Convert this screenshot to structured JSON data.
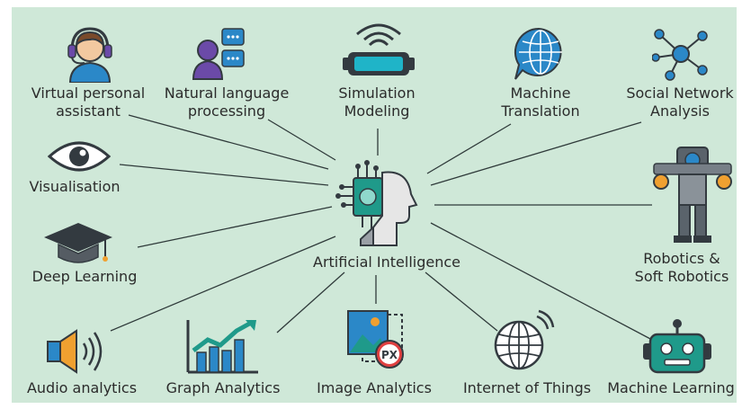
{
  "center": {
    "label": "Artificial Intelligence"
  },
  "nodes": [
    {
      "id": "virtual-personal-assistant",
      "line1": "Virtual personal",
      "line2": "assistant",
      "icon": "headset-person-icon"
    },
    {
      "id": "natural-language-processing",
      "line1": "Natural language",
      "line2": "processing",
      "icon": "person-chat-icon"
    },
    {
      "id": "simulation-modeling",
      "line1": "Simulation",
      "line2": "Modeling",
      "icon": "vr-headset-icon"
    },
    {
      "id": "machine-translation",
      "line1": "Machine",
      "line2": "Translation",
      "icon": "globe-chat-icon"
    },
    {
      "id": "social-network-analysis",
      "line1": "Social Network",
      "line2": "Analysis",
      "icon": "network-icon"
    },
    {
      "id": "visualisation",
      "line1": "Visualisation",
      "line2": "",
      "icon": "eye-icon"
    },
    {
      "id": "deep-learning",
      "line1": "Deep Learning",
      "line2": "",
      "icon": "graduation-cap-icon"
    },
    {
      "id": "robotics",
      "line1": "Robotics &",
      "line2": "Soft Robotics",
      "icon": "robot-icon"
    },
    {
      "id": "audio-analytics",
      "line1": "Audio analytics",
      "line2": "",
      "icon": "speaker-icon"
    },
    {
      "id": "graph-analytics",
      "line1": "Graph Analytics",
      "line2": "",
      "icon": "bar-chart-icon"
    },
    {
      "id": "image-analytics",
      "line1": "Image Analytics",
      "line2": "",
      "icon": "image-px-icon"
    },
    {
      "id": "internet-of-things",
      "line1": "Internet of Things",
      "line2": "",
      "icon": "globe-wifi-icon"
    },
    {
      "id": "machine-learning",
      "line1": "Machine Learning",
      "line2": "",
      "icon": "robot-head-icon"
    }
  ],
  "colors": {
    "background": "#cfe8d8",
    "line": "#2f3a3a",
    "accent_teal": "#1f9a8a",
    "accent_blue": "#2b88c8",
    "accent_purple": "#6b4aa8",
    "accent_orange": "#f0a030",
    "dark": "#333a40"
  }
}
